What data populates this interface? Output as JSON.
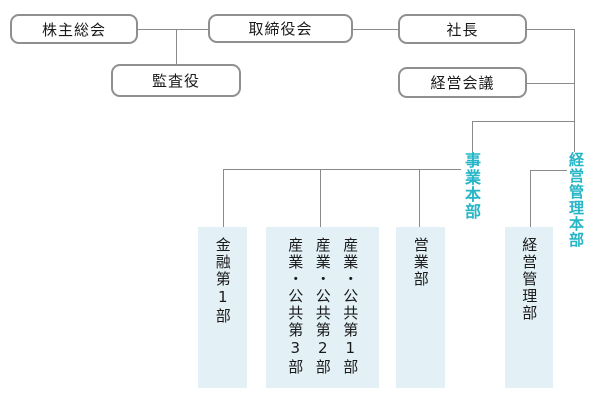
{
  "colors": {
    "accent_teal": "#26b6c6",
    "node_border_gray": "#8f8f8f",
    "connector_gray": "#8a8a8a",
    "department_box_bg": "#e3f1f7",
    "text_color": "#1a1a1a"
  },
  "nodes": {
    "shareholders_meeting": "株主総会",
    "board_of_directors": "取締役会",
    "president": "社長",
    "auditor": "監査役",
    "management_meeting": "経営会議"
  },
  "divisions": {
    "business_hq": "事業本部",
    "management_admin_hq": "経営管理本部"
  },
  "departments": {
    "finance_1": "金融第1部",
    "industry_public": [
      "産業・公共第1部",
      "産業・公共第2部",
      "産業・公共第3部"
    ],
    "sales": "営業部",
    "management_admin": "経営管理部"
  }
}
